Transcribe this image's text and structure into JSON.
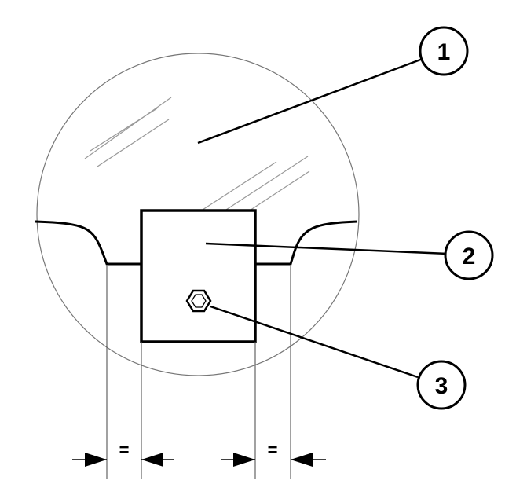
{
  "callouts": [
    {
      "number": "1"
    },
    {
      "number": "2"
    },
    {
      "number": "3"
    }
  ],
  "dimensions": {
    "left_equal": "=",
    "right_equal": "="
  }
}
